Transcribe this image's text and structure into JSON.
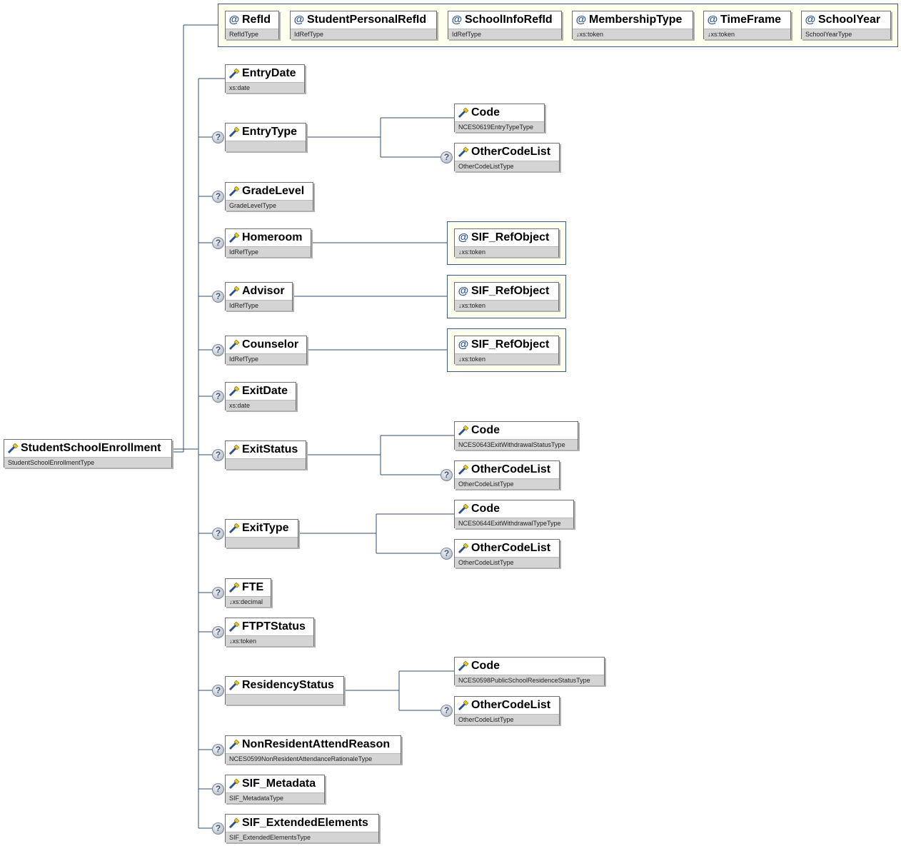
{
  "root": {
    "name": "StudentSchoolEnrollment",
    "type": "StudentSchoolEnrollmentType"
  },
  "attributes": [
    {
      "name": "RefId",
      "type": "RefIdType"
    },
    {
      "name": "StudentPersonalRefId",
      "type": "IdRefType"
    },
    {
      "name": "SchoolInfoRefId",
      "type": "IdRefType"
    },
    {
      "name": "MembershipType",
      "type": "↓xs:token"
    },
    {
      "name": "TimeFrame",
      "type": "↓xs:token"
    },
    {
      "name": "SchoolYear",
      "type": "SchoolYearType"
    }
  ],
  "elements": [
    {
      "name": "EntryDate",
      "type": "xs:date"
    },
    {
      "name": "EntryType",
      "type": ""
    },
    {
      "name": "GradeLevel",
      "type": "GradeLevelType"
    },
    {
      "name": "Homeroom",
      "type": "IdRefType"
    },
    {
      "name": "Advisor",
      "type": "IdRefType"
    },
    {
      "name": "Counselor",
      "type": "IdRefType"
    },
    {
      "name": "ExitDate",
      "type": "xs:date"
    },
    {
      "name": "ExitStatus",
      "type": ""
    },
    {
      "name": "ExitType",
      "type": ""
    },
    {
      "name": "FTE",
      "type": "↓xs:decimal"
    },
    {
      "name": "FTPTStatus",
      "type": "↓xs:token"
    },
    {
      "name": "ResidencyStatus",
      "type": ""
    },
    {
      "name": "NonResidentAttendReason",
      "type": "NCES0599NonResidentAttendanceRationaleType"
    },
    {
      "name": "SIF_Metadata",
      "type": "SIF_MetadataType"
    },
    {
      "name": "SIF_ExtendedElements",
      "type": "SIF_ExtendedElementsType"
    }
  ],
  "children": {
    "entrytype_code": {
      "name": "Code",
      "type": "NCES0619EntryTypeType"
    },
    "entrytype_other": {
      "name": "OtherCodeList",
      "type": "OtherCodeListType"
    },
    "homeroom_ref": {
      "name": "SIF_RefObject",
      "type": "↓xs:token"
    },
    "advisor_ref": {
      "name": "SIF_RefObject",
      "type": "↓xs:token"
    },
    "counselor_ref": {
      "name": "SIF_RefObject",
      "type": "↓xs:token"
    },
    "exitstatus_code": {
      "name": "Code",
      "type": "NCES0643ExitWithdrawalStatusType"
    },
    "exitstatus_other": {
      "name": "OtherCodeList",
      "type": "OtherCodeListType"
    },
    "exittype_code": {
      "name": "Code",
      "type": "NCES0644ExitWithdrawalTypeType"
    },
    "exittype_other": {
      "name": "OtherCodeList",
      "type": "OtherCodeListType"
    },
    "residency_code": {
      "name": "Code",
      "type": "NCES0598PublicSchoolResidenceStatusType"
    },
    "residency_other": {
      "name": "OtherCodeList",
      "type": "OtherCodeListType"
    }
  },
  "icons": {
    "element": "element-icon",
    "attribute": "attribute-icon",
    "optional": "optional-question-icon"
  },
  "colors": {
    "connector": "#2f4f6f",
    "group_fill": "#ffffee",
    "group_border": "#3a5a8a",
    "type_band": "#d4d4d4"
  }
}
